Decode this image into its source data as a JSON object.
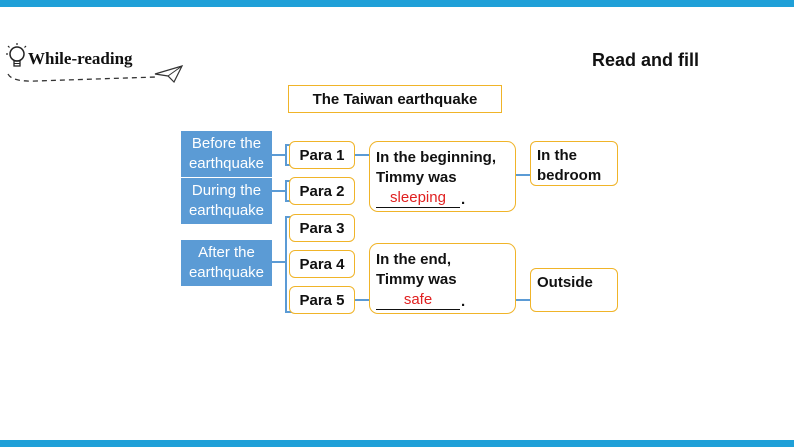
{
  "header": {
    "title": "While-reading",
    "task": "Read and fill"
  },
  "diagram": {
    "title": "The Taiwan earthquake",
    "stages": [
      {
        "line1": "Before the",
        "line2": "earthquake"
      },
      {
        "line1": "During the",
        "line2": "earthquake"
      },
      {
        "line1": "After the",
        "line2": "earthquake"
      }
    ],
    "paras": [
      "Para 1",
      "Para 2",
      "Para 3",
      "Para 4",
      "Para 5"
    ],
    "details": [
      {
        "line1": "In the beginning,",
        "line2": "Timmy was",
        "answer": "sleeping",
        "end": "."
      },
      {
        "line1": "In the end,",
        "line2": "Timmy was",
        "answer": "safe",
        "end": "."
      }
    ],
    "places": [
      {
        "line1": "In the",
        "line2": "bedroom"
      },
      {
        "line1": "Outside",
        "line2": ""
      }
    ]
  },
  "colors": {
    "bar": "#1fa0d8",
    "stage": "#5b9bd5",
    "border": "#f0b429",
    "connector": "#5b9bd5",
    "answer": "#e02020"
  }
}
